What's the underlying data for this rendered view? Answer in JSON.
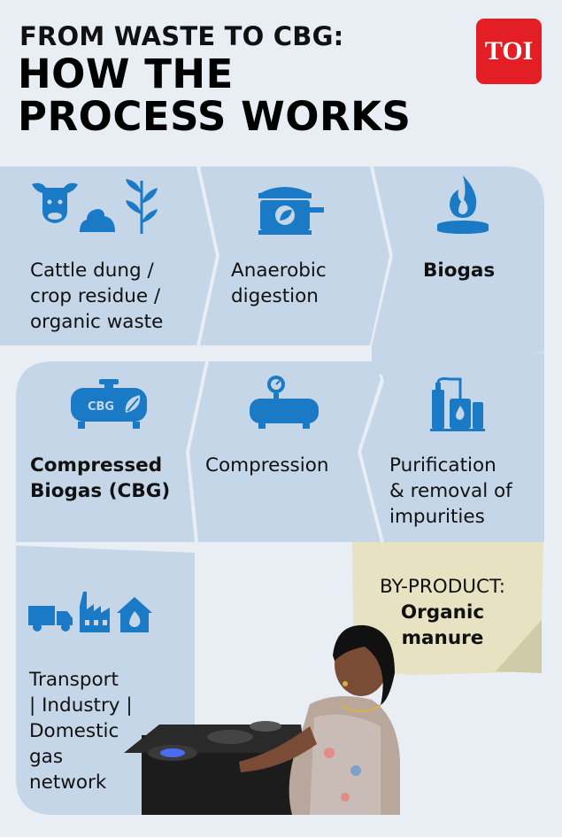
{
  "header": {
    "title_line1": "FROM WASTE TO CBG:",
    "title_line2": "HOW THE",
    "title_line3": "PROCESS WORKS"
  },
  "logo": {
    "text": "TOI",
    "color": "#e31e24"
  },
  "steps": [
    {
      "icon": "cow-dung-plant-icon",
      "lines": [
        "Cattle dung /",
        "crop residue /",
        "organic waste"
      ]
    },
    {
      "icon": "digester-tank-icon",
      "lines": [
        "Anaerobic",
        "digestion"
      ]
    },
    {
      "icon": "gas-flame-icon",
      "lines": [
        "Biogas"
      ]
    },
    {
      "icon": "purification-plant-icon",
      "lines": [
        "Purification",
        "& removal of",
        "impurities"
      ]
    },
    {
      "icon": "compressor-icon",
      "lines": [
        "Compression"
      ]
    },
    {
      "icon": "cbg-cylinder-icon",
      "cylinder_label": "CBG",
      "lines": [
        "Compressed",
        "Biogas (CBG)"
      ]
    },
    {
      "icon": "truck-factory-house-icon",
      "lines": [
        "Transport",
        "| Industry |",
        "Domestic",
        "gas",
        "network"
      ]
    }
  ],
  "by_product": {
    "label": "BY-PRODUCT:",
    "lines": [
      "Organic",
      "manure"
    ]
  },
  "colors": {
    "panel": "#c5d6e8",
    "icon": "#1a7ac6",
    "background": "#e9edf4",
    "note": "#e6e2c2"
  }
}
